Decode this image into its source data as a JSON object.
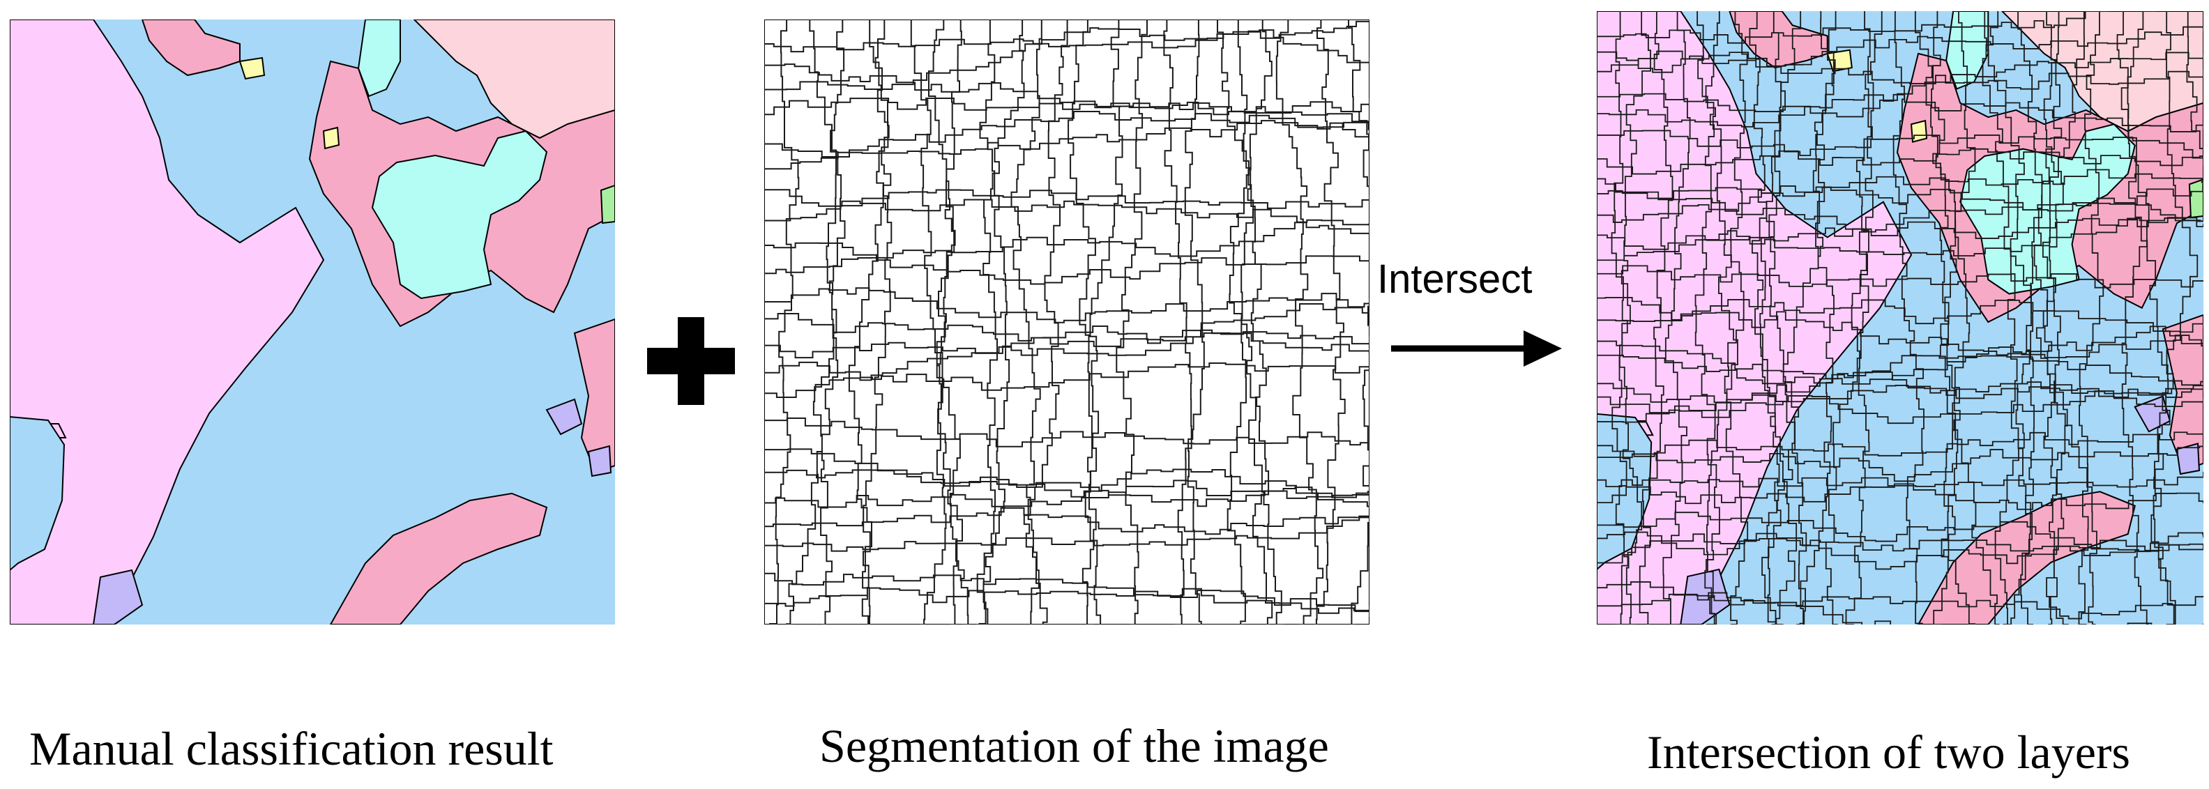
{
  "figure": {
    "panels": [
      {
        "caption": "Manual classification result"
      },
      {
        "caption": "Segmentation of the image"
      },
      {
        "caption": "Intersection of two layers"
      }
    ],
    "operation_label": "Intersect",
    "operators": {
      "plus": "plus-icon",
      "arrow": "right-arrow-icon"
    }
  },
  "land_cover_colors": {
    "pink_large": "#fecdfd",
    "light_blue": "#a7d8f7",
    "rose": "#f7aac6",
    "light_pink": "#fdd5dc",
    "cyan": "#b3fdf4",
    "yellow": "#fdfcac",
    "lavender": "#c3b9f9",
    "green": "#a8f0a0",
    "boundary_line": "#000000"
  }
}
